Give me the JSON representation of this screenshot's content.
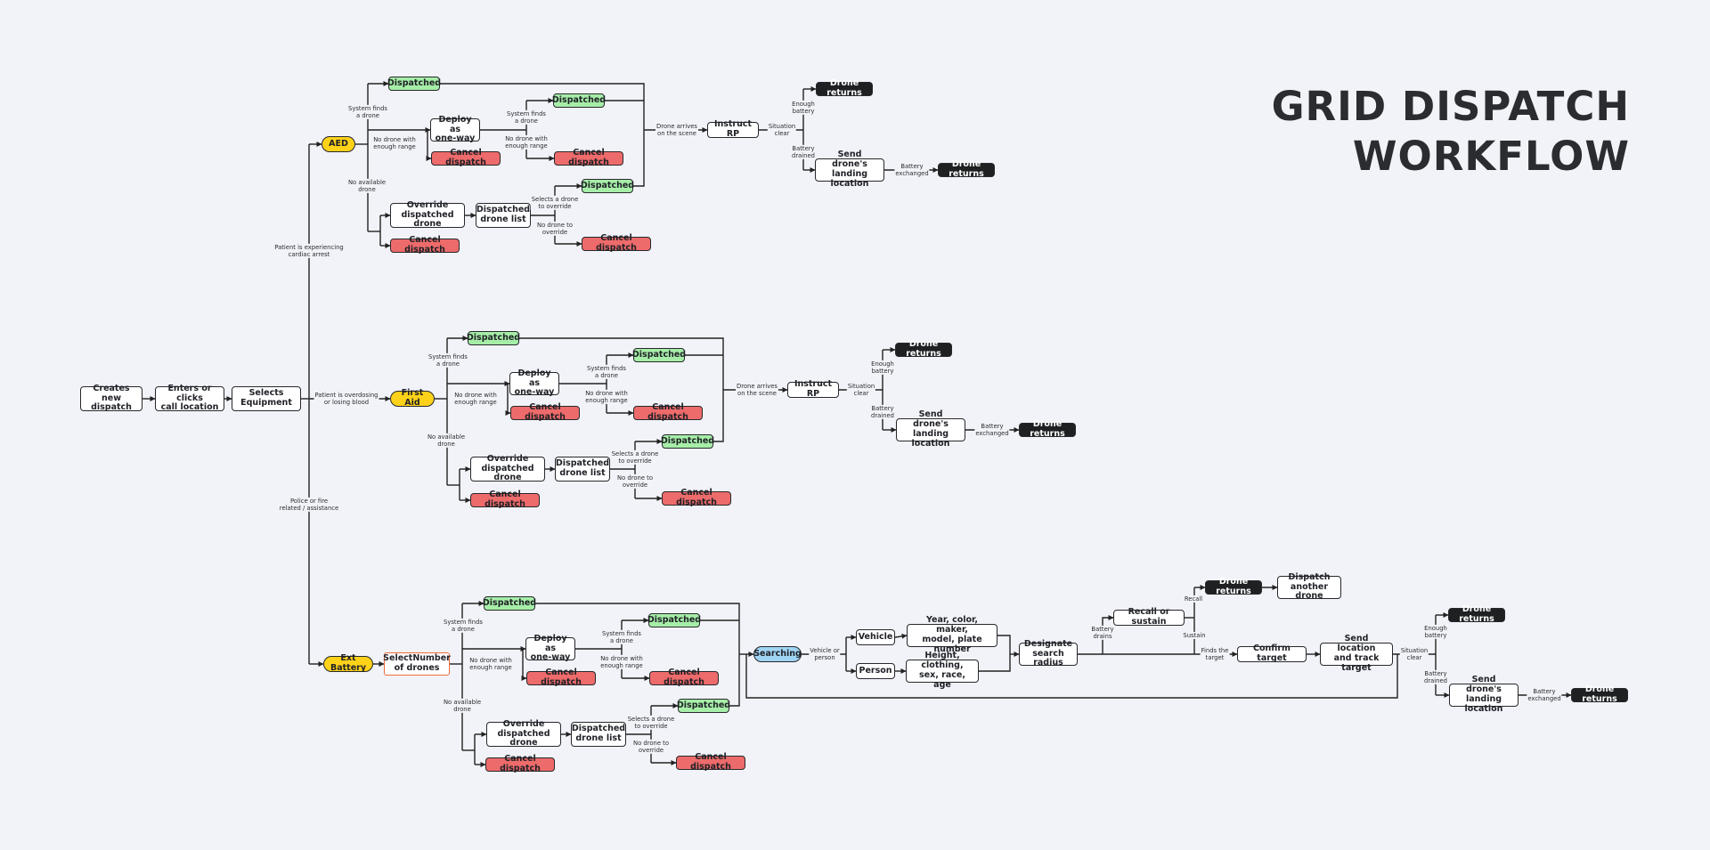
{
  "title": {
    "line1": "GRID DISPATCH",
    "line2": "WORKFLOW"
  },
  "nodes": {
    "creates_new_dispatch": "Creates new\ndispatch",
    "enters_call_location": "Enters or clicks\ncall location",
    "selects_equipment": "Selects\nEquipment",
    "aed": "AED",
    "first_aid": "First Aid",
    "ext_battery": "Ext Battery",
    "select_number_of_drones": "SelectNumber\nof drones",
    "dispatched": "Dispatched",
    "cancel_dispatch": "Cancel dispatch",
    "deploy_one_way": "Deploy as\none-way",
    "override_dispatched_drone": "Override\ndispatched drone",
    "dispatched_drone_list": "Dispatched\ndrone list",
    "instruct_rp": "Instruct RP",
    "drone_returns": "Drone returns",
    "send_drones_landing_location": "Send drone's\nlanding location",
    "searching": "Searching",
    "vehicle": "Vehicle",
    "person": "Person",
    "vehicle_details": "Year, color, maker,\nmodel, plate number",
    "person_details": "Height, clothing,\nsex, race, age",
    "designate_search_radius": "Designate\nsearch radius",
    "recall_or_sustain": "Recall or sustain",
    "dispatch_another_drone": "Dispatch\nanother drone",
    "confirm_target": "Confirm target",
    "send_location_track_target": "Send location\nand track target"
  },
  "edge_labels": {
    "patient_cardiac_arrest": "Patient is experiencing\ncardiac arrest",
    "patient_overdosing": "Patient is overdosing\nor losing blood",
    "police_fire": "Police or fire\nrelated / assistance",
    "system_finds_drone": "System finds\na drone",
    "no_drone_with_range": "No drone with\nenough range",
    "no_available_drone": "No available\ndrone",
    "selects_drone_to_override": "Selects a drone\nto override",
    "no_drone_to_override": "No drone to\noverride",
    "drone_arrives": "Drone arrives\non the scene",
    "situation_clear": "Situation\nclear",
    "enough_battery": "Enough\nbattery",
    "battery_drained": "Battery\ndrained",
    "battery_exchanged": "Battery\nexchanged",
    "vehicle_or_person": "Vehicle or\nperson",
    "battery_drains": "Battery\ndrains",
    "recall": "Recall",
    "sustain": "Sustain",
    "finds_the_target": "Finds the\ntarget"
  },
  "colors": {
    "background": "#f2f3f8",
    "dispatched": "#a6eea8",
    "cancel": "#ee6b6b",
    "drone_returns": "#1f2022",
    "equipment_chip": "#ffd21a",
    "searching_chip": "#9fd4f3",
    "select_number_border": "#f06a3a"
  }
}
